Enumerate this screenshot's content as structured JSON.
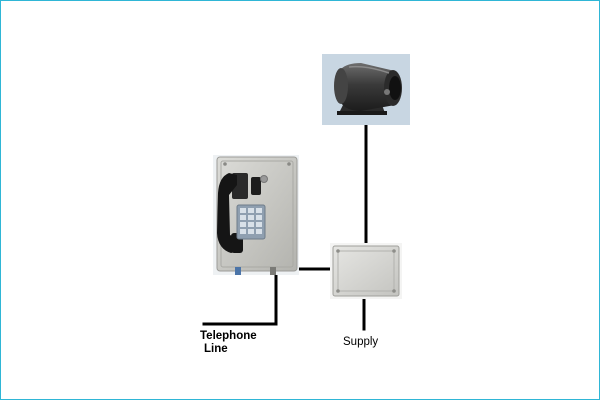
{
  "diagram": {
    "labels": {
      "telephone_line": [
        "Telephone",
        "Line"
      ],
      "supply": "Supply"
    },
    "components": {
      "horn": "siren-horn-icon",
      "telephone": "industrial-telephone-icon",
      "junction_box": "junction-box-icon"
    },
    "colors": {
      "frame_border": "#2fb6d6",
      "wire": "#000000",
      "photo_background": "#c8d6e2",
      "telephone_body": "#c9c9c4",
      "junction_box": "#d8d8d5"
    }
  }
}
